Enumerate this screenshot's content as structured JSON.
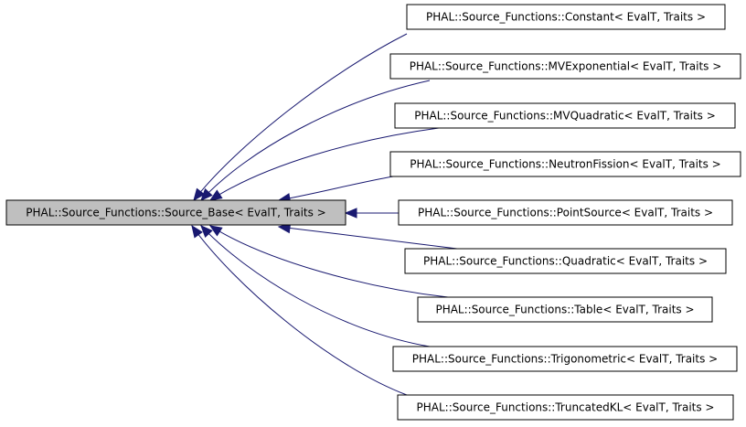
{
  "diagram": {
    "colors": {
      "edge": "#191970",
      "base_fill": "#bfbfbf",
      "node_fill": "#ffffff",
      "border": "#000000"
    },
    "base": {
      "label": "PHAL::Source_Functions::Source_Base< EvalT, Traits >"
    },
    "derived": [
      {
        "label": "PHAL::Source_Functions::Constant< EvalT, Traits >"
      },
      {
        "label": "PHAL::Source_Functions::MVExponential< EvalT, Traits >"
      },
      {
        "label": "PHAL::Source_Functions::MVQuadratic< EvalT, Traits >"
      },
      {
        "label": "PHAL::Source_Functions::NeutronFission< EvalT, Traits >"
      },
      {
        "label": "PHAL::Source_Functions::PointSource< EvalT, Traits >"
      },
      {
        "label": "PHAL::Source_Functions::Quadratic< EvalT, Traits >"
      },
      {
        "label": "PHAL::Source_Functions::Table< EvalT, Traits >"
      },
      {
        "label": "PHAL::Source_Functions::Trigonometric< EvalT, Traits >"
      },
      {
        "label": "PHAL::Source_Functions::TruncatedKL< EvalT, Traits >"
      }
    ]
  }
}
